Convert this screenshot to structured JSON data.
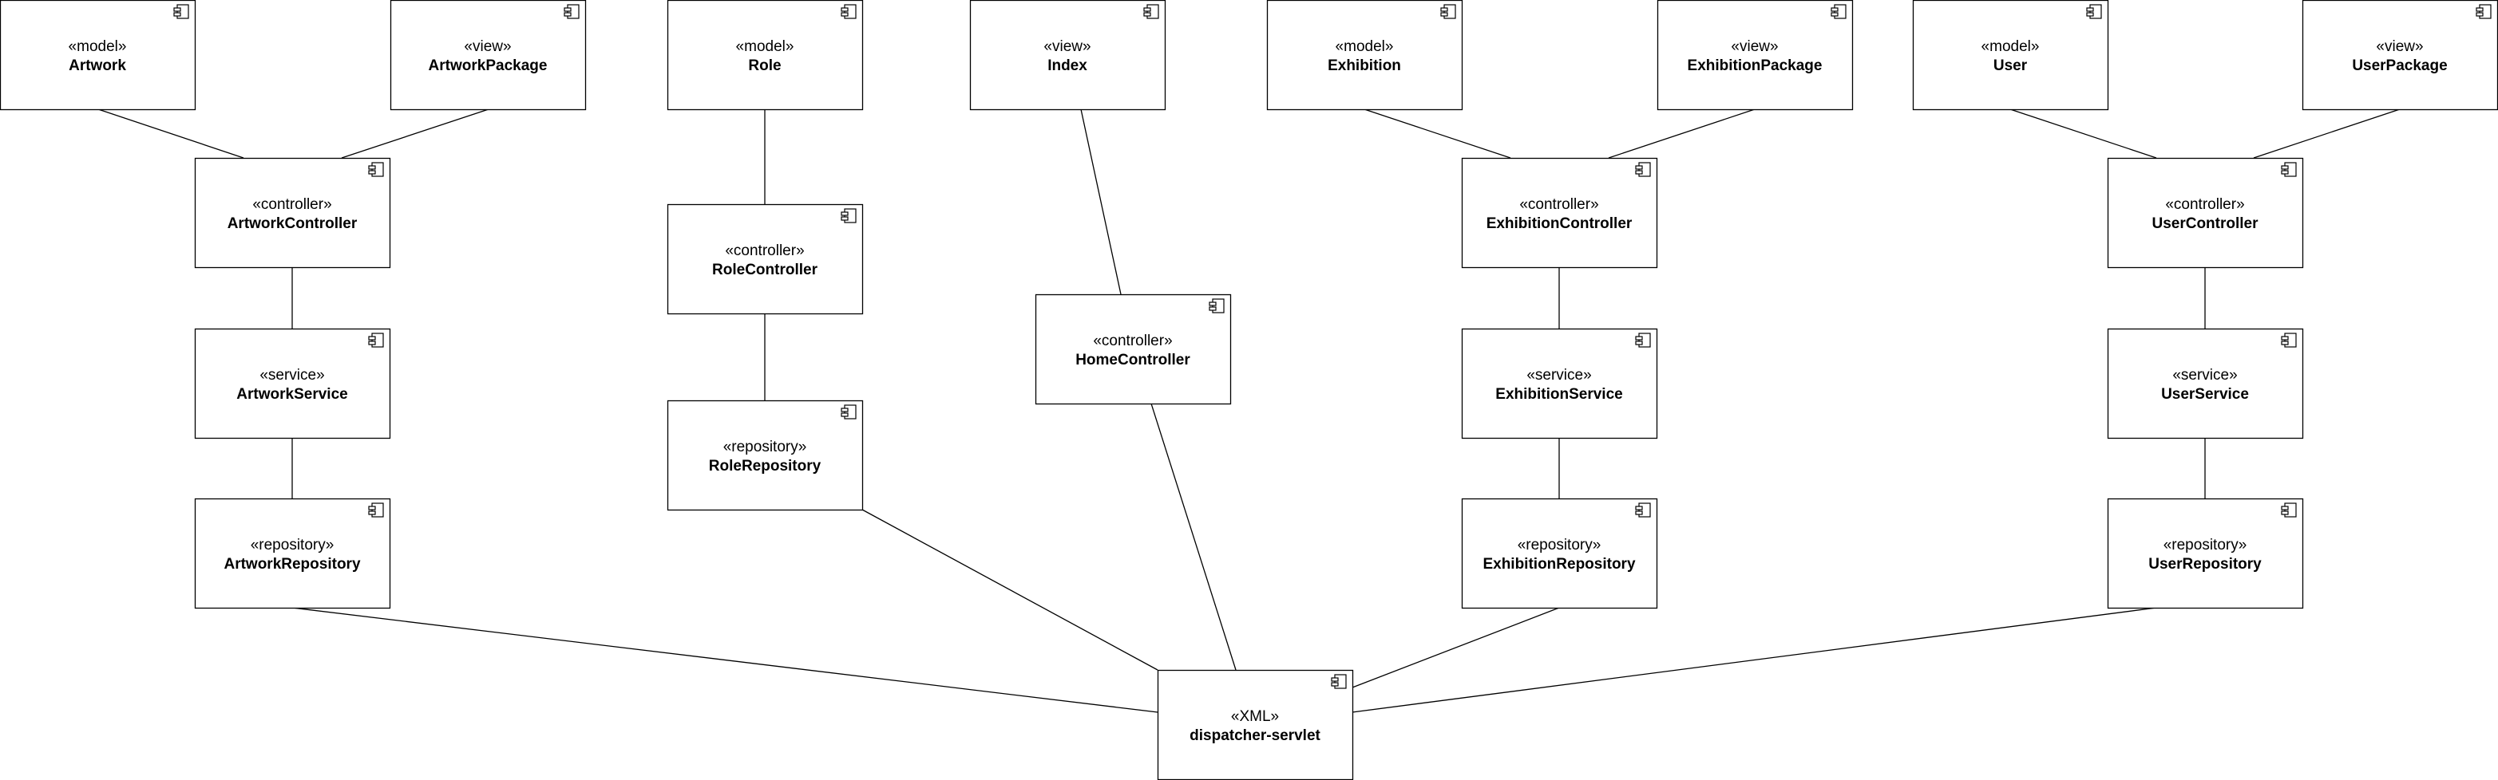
{
  "components": [
    {
      "id": "artwork",
      "stereotype": "«model»",
      "name": "Artwork"
    },
    {
      "id": "artwork-package",
      "stereotype": "«view»",
      "name": "ArtworkPackage"
    },
    {
      "id": "artwork-controller",
      "stereotype": "«controller»",
      "name": "ArtworkController"
    },
    {
      "id": "artwork-service",
      "stereotype": "«service»",
      "name": "ArtworkService"
    },
    {
      "id": "artwork-repository",
      "stereotype": "«repository»",
      "name": "ArtworkRepository"
    },
    {
      "id": "role",
      "stereotype": "«model»",
      "name": "Role"
    },
    {
      "id": "role-controller",
      "stereotype": "«controller»",
      "name": "RoleController"
    },
    {
      "id": "role-repository",
      "stereotype": "«repository»",
      "name": "RoleRepository"
    },
    {
      "id": "index",
      "stereotype": "«view»",
      "name": "Index"
    },
    {
      "id": "home-controller",
      "stereotype": "«controller»",
      "name": "HomeController"
    },
    {
      "id": "exhibition",
      "stereotype": "«model»",
      "name": "Exhibition"
    },
    {
      "id": "exhibition-package",
      "stereotype": "«view»",
      "name": "ExhibitionPackage"
    },
    {
      "id": "exhibition-controller",
      "stereotype": "«controller»",
      "name": "ExhibitionController"
    },
    {
      "id": "exhibition-service",
      "stereotype": "«service»",
      "name": "ExhibitionService"
    },
    {
      "id": "exhibition-repository",
      "stereotype": "«repository»",
      "name": "ExhibitionRepository"
    },
    {
      "id": "user",
      "stereotype": "«model»",
      "name": "User"
    },
    {
      "id": "user-package",
      "stereotype": "«view»",
      "name": "UserPackage"
    },
    {
      "id": "user-controller",
      "stereotype": "«controller»",
      "name": "UserController"
    },
    {
      "id": "user-service",
      "stereotype": "«service»",
      "name": "UserService"
    },
    {
      "id": "user-repository",
      "stereotype": "«repository»",
      "name": "UserRepository"
    },
    {
      "id": "dispatcher-servlet",
      "stereotype": "«XML»",
      "name": "dispatcher-servlet"
    }
  ],
  "connections": [
    {
      "from": "artwork",
      "to": "artwork-controller"
    },
    {
      "from": "artwork-package",
      "to": "artwork-controller"
    },
    {
      "from": "artwork-controller",
      "to": "artwork-service"
    },
    {
      "from": "artwork-service",
      "to": "artwork-repository"
    },
    {
      "from": "artwork-repository",
      "to": "dispatcher-servlet"
    },
    {
      "from": "role",
      "to": "role-controller"
    },
    {
      "from": "role-controller",
      "to": "role-repository"
    },
    {
      "from": "role-repository",
      "to": "dispatcher-servlet"
    },
    {
      "from": "index",
      "to": "home-controller"
    },
    {
      "from": "home-controller",
      "to": "dispatcher-servlet"
    },
    {
      "from": "exhibition",
      "to": "exhibition-controller"
    },
    {
      "from": "exhibition-package",
      "to": "exhibition-controller"
    },
    {
      "from": "exhibition-controller",
      "to": "exhibition-service"
    },
    {
      "from": "exhibition-service",
      "to": "exhibition-repository"
    },
    {
      "from": "exhibition-repository",
      "to": "dispatcher-servlet"
    },
    {
      "from": "user",
      "to": "user-controller"
    },
    {
      "from": "user-package",
      "to": "user-controller"
    },
    {
      "from": "user-controller",
      "to": "user-service"
    },
    {
      "from": "user-service",
      "to": "user-repository"
    },
    {
      "from": "user-repository",
      "to": "dispatcher-servlet"
    }
  ]
}
